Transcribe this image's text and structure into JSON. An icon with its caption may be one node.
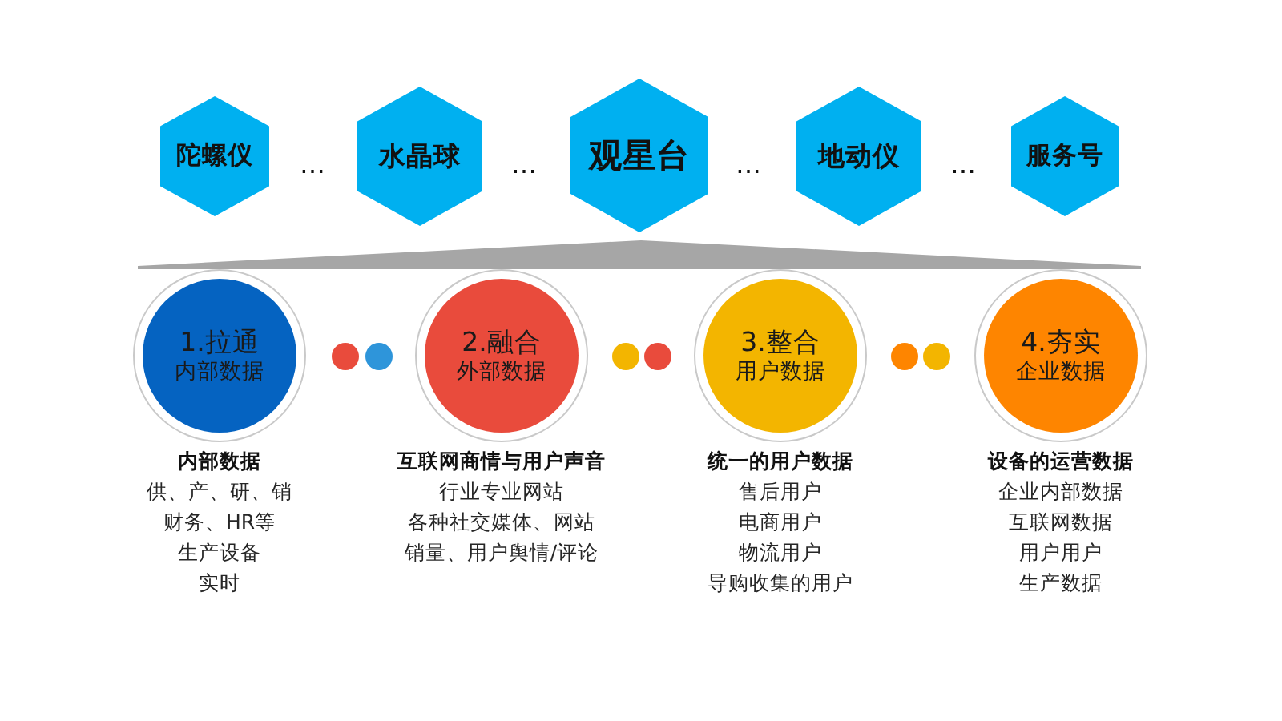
{
  "diagram": {
    "nodes": [
      {
        "text": [
          "陀螺仪"
        ]
      },
      {
        "text": [
          "水晶球"
        ]
      },
      {
        "text": [
          "观星台"
        ]
      },
      {
        "text": [
          "地动仪"
        ]
      },
      {
        "text": [
          "服务号"
        ]
      },
      {
        "text": [],
        "shape": "triangle"
      },
      {
        "text": [
          "1.拉通",
          "内部数据"
        ],
        "beside": [
          "内部数据",
          "供、产、研、销",
          "财务、HR等",
          "生产设备",
          "实时"
        ]
      },
      {
        "text": [
          "2.融合",
          "外部数据"
        ],
        "beside": [
          "互联网商情与用户声音",
          "行业专业网站",
          "各种社交媒体、网站",
          "销量、用户舆情/评论"
        ]
      },
      {
        "text": [
          "3.整合",
          "用户数据"
        ],
        "beside": [
          "统一的用户数据",
          "售后用户",
          "电商用户",
          "物流用户",
          "导购收集的用户"
        ]
      },
      {
        "text": [
          "4.夯实",
          "企业数据"
        ],
        "beside": [
          "设备的运营数据",
          "企业内部数据",
          "互联网数据",
          "用户用户",
          "生产数据"
        ]
      }
    ],
    "labels": [
      "…",
      "…",
      "…",
      "…"
    ]
  }
}
